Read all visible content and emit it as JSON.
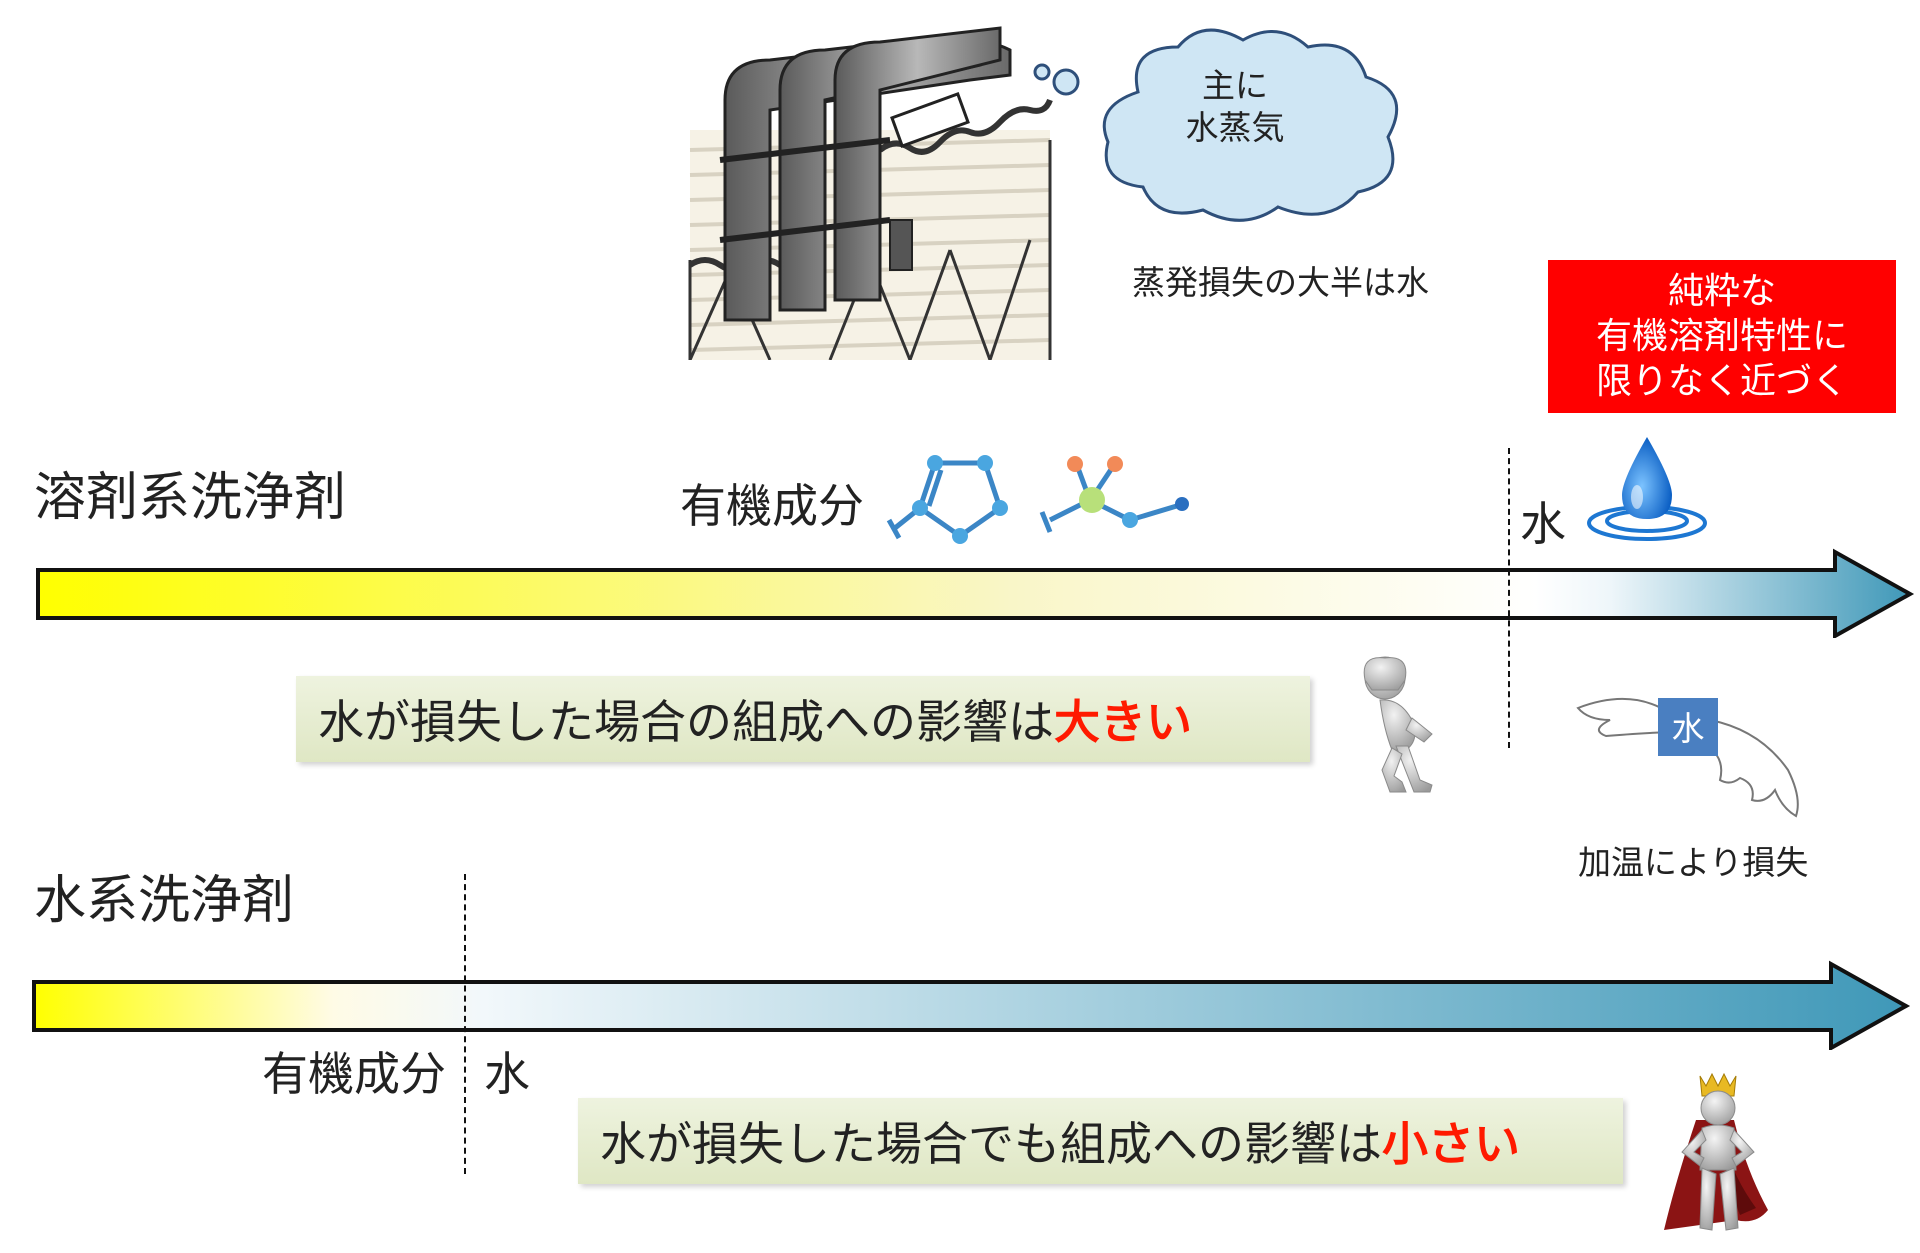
{
  "bubble_text": [
    "主に",
    "水蒸気"
  ],
  "evaporation_caption": "蒸発損失の大半は水",
  "red_box_lines": [
    "純粋な",
    "有機溶剤特性に",
    "限りなく近づく"
  ],
  "solvent": {
    "title": "溶剤系洗浄剤",
    "organic_label": "有機成分",
    "water_label": "水",
    "callout_prefix": "水が損失した場合の組成への影響は",
    "callout_emphasis": "大きい",
    "flying_water_label": "水",
    "heating_caption": "加温により損失"
  },
  "aqueous": {
    "title": "水系洗浄剤",
    "organic_label": "有機成分",
    "water_label": "水",
    "callout_prefix": "水が損失した場合でも組成への影響は",
    "callout_emphasis": "小さい"
  },
  "colors": {
    "organic_yellow": "#ffff00",
    "water_blue": "#3f98b8",
    "emphasis_red": "#ff1a00",
    "red_box": "#ff0000",
    "callout_green": "#e6ecd0",
    "water_badge": "#4a7fc1"
  },
  "icons": [
    "cooling-tower-icon",
    "thought-cloud-icon",
    "molecule-ring-icon",
    "molecule-chain-icon",
    "water-drop-icon",
    "worried-person-icon",
    "winged-water-icon",
    "crowned-king-icon"
  ]
}
